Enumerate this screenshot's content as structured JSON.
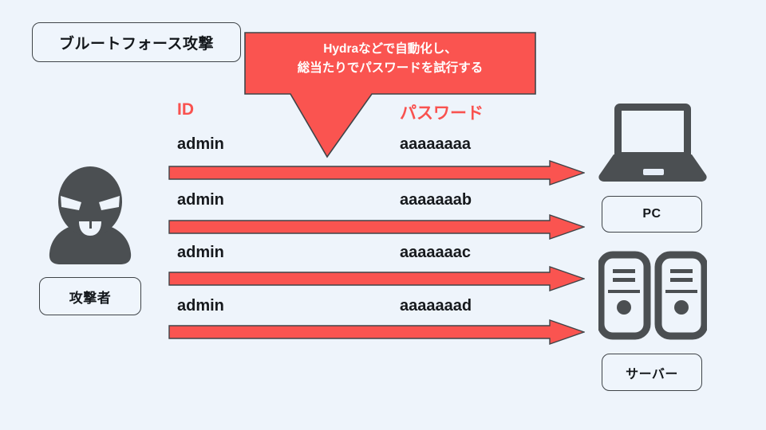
{
  "page": {
    "background_color": "#eef4fb",
    "accent_red": "#f9524f",
    "icon_gray": "#4b4f52",
    "outline_color": "#3f4448"
  },
  "title_box": {
    "label": "ブルートフォース攻撃"
  },
  "callout": {
    "line1": "Hydraなどで自動化し、",
    "line2": "総当たりでパスワードを試行する",
    "fill_color": "#fa5450",
    "text_color": "#ffffff"
  },
  "credentials": {
    "headers": {
      "id": "ID",
      "password": "パスワード"
    },
    "rows": [
      {
        "id": "admin",
        "password": "aaaaaaaa"
      },
      {
        "id": "admin",
        "password": "aaaaaaab"
      },
      {
        "id": "admin",
        "password": "aaaaaaac"
      },
      {
        "id": "admin",
        "password": "aaaaaaad"
      }
    ]
  },
  "actors": {
    "attacker": {
      "label": "攻撃者",
      "icon": "masked-attacker-icon"
    }
  },
  "targets": [
    {
      "label": "PC",
      "icon": "laptop-icon"
    },
    {
      "label": "サーバー",
      "icon": "server-icon"
    }
  ],
  "arrows": {
    "count": 4,
    "direction": "right",
    "color": "#fa5450"
  }
}
